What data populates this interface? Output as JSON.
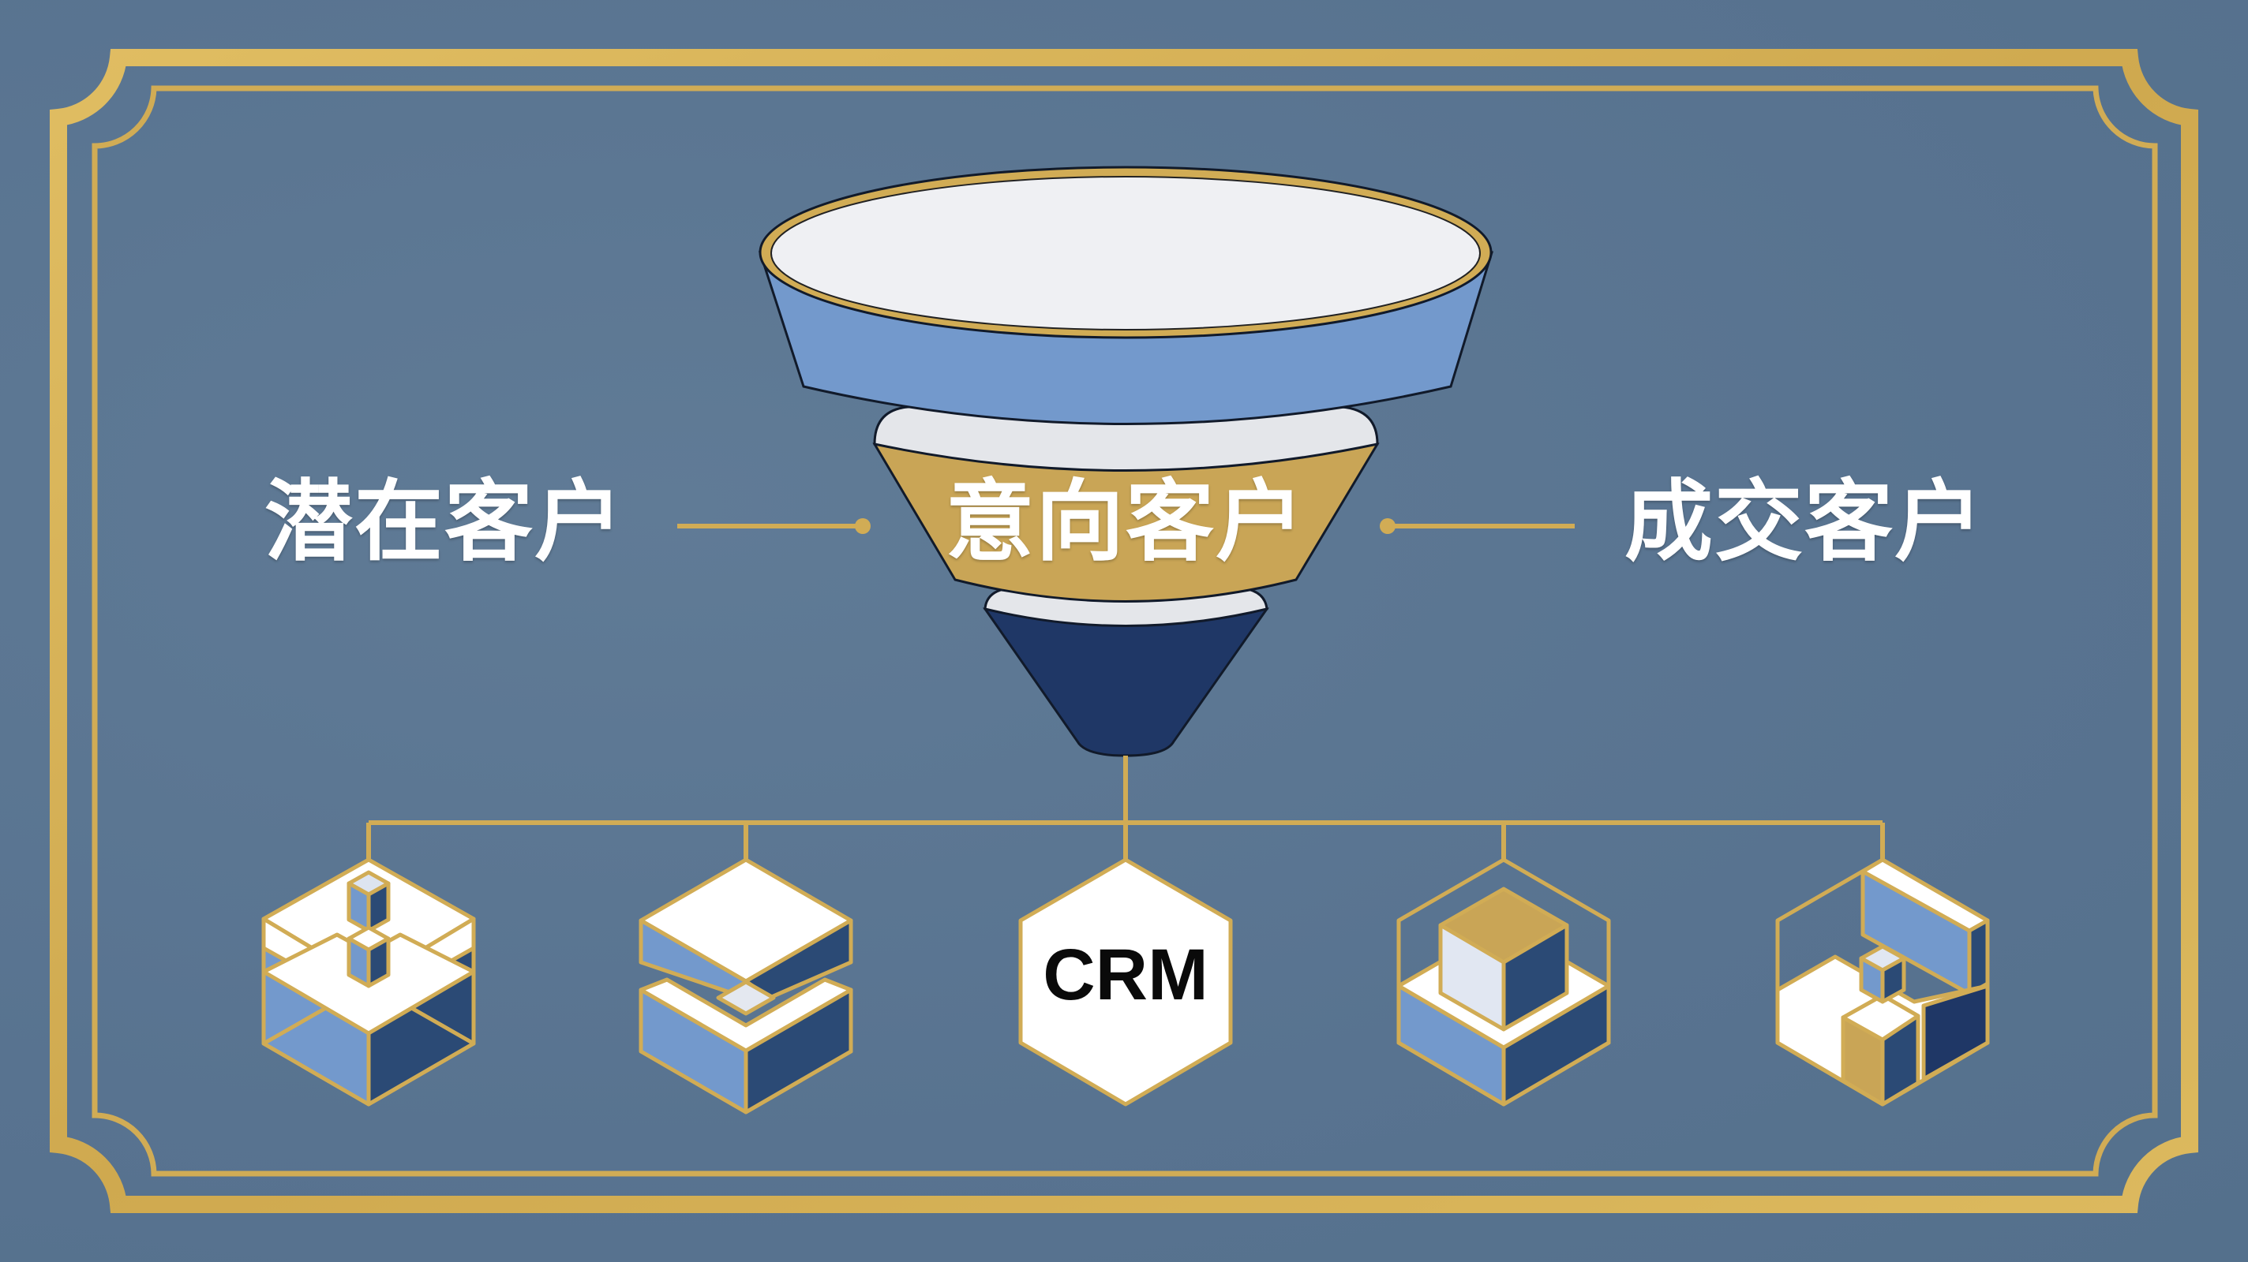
{
  "diagram": {
    "title": "",
    "funnel": {
      "stages": [
        {
          "id": "top",
          "label": "潜在客户",
          "position": "left",
          "color": "#7399cc"
        },
        {
          "id": "middle",
          "label": "意向客户",
          "position": "center",
          "color": "#c9a556"
        },
        {
          "id": "bottom",
          "label": "成交客户",
          "position": "right",
          "color": "#1f3766"
        }
      ]
    },
    "modules": [
      {
        "id": "module-1",
        "icon": "stacked-cubes-icon",
        "label": ""
      },
      {
        "id": "module-2",
        "icon": "split-cube-icon",
        "label": ""
      },
      {
        "id": "module-3",
        "icon": "crm-hexagon",
        "label": "CRM"
      },
      {
        "id": "module-4",
        "icon": "gold-cube-on-base-icon",
        "label": ""
      },
      {
        "id": "module-5",
        "icon": "block-cluster-icon",
        "label": ""
      }
    ]
  },
  "colors": {
    "background": "#5a7590",
    "gold": "#d1ac55",
    "light_blue": "#7399cc",
    "navy": "#2b4a75",
    "dark_navy": "#1f3766",
    "white": "#ffffff",
    "pale": "#e8ebf0"
  }
}
